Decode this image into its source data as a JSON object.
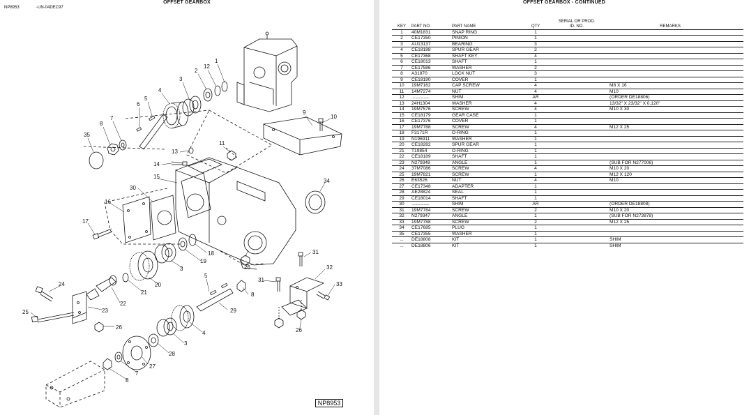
{
  "left_page": {
    "title": "OFFSET GEARBOX",
    "code": "NP8953",
    "date": "-UN-04DEC97",
    "figure_tag": "NP8953",
    "callouts": [
      "1",
      "2",
      "3",
      "4",
      "5",
      "6",
      "7",
      "8",
      "35",
      "12",
      "9",
      "10",
      "11",
      "13",
      "14",
      "15",
      "30",
      "16",
      "17",
      "34",
      "18",
      "19",
      "3",
      "20",
      "21",
      "22",
      "23",
      "24",
      "25",
      "26",
      "5",
      "8",
      "29",
      "31",
      "32",
      "33",
      "26",
      "4",
      "3",
      "28",
      "27",
      "7",
      "8",
      "26"
    ]
  },
  "right_page": {
    "title": "OFFSET GEARBOX - CONTINUED",
    "headers": {
      "key": "KEY",
      "part_no": "PART NO.",
      "part_name": "PART NAME",
      "qty": "QTY",
      "serial": "SERIAL OR PROD. ID. NO.",
      "remarks": "REMARKS"
    },
    "rows": [
      {
        "key": "1",
        "part": "40M1831",
        "name": "SNAP RING",
        "qty": "1",
        "remarks": ""
      },
      {
        "key": "2",
        "part": "CE17350",
        "name": "PINION",
        "qty": "1",
        "remarks": ""
      },
      {
        "key": "3",
        "part": "AU13137",
        "name": "BEARING",
        "qty": "3",
        "remarks": ""
      },
      {
        "key": "4",
        "part": "CE18188",
        "name": "SPUR GEAR",
        "qty": "2",
        "remarks": ""
      },
      {
        "key": "5",
        "part": "CE17368",
        "name": "SHAFT KEY",
        "qty": "4",
        "remarks": ""
      },
      {
        "key": "6",
        "part": "CE18013",
        "name": "SHAFT",
        "qty": "1",
        "remarks": ""
      },
      {
        "key": "7",
        "part": "CE17586",
        "name": "WASHER",
        "qty": "2",
        "remarks": ""
      },
      {
        "key": "8",
        "part": "A31870",
        "name": "LOCK NUT",
        "qty": "3",
        "remarks": ""
      },
      {
        "key": "9",
        "part": "CE18190",
        "name": "COVER",
        "qty": "1",
        "remarks": ""
      },
      {
        "key": "10",
        "part": "19M7162",
        "name": "CAP SCREW",
        "qty": "4",
        "remarks": "M8 X 16"
      },
      {
        "key": "11",
        "part": "14M7274",
        "name": "NUT",
        "qty": "4",
        "remarks": "M10"
      },
      {
        "key": "12",
        "part": "...................",
        "name": "SHIM",
        "qty": "AR",
        "remarks": "(ORDER DE18806)"
      },
      {
        "key": "13",
        "part": "24H1304",
        "name": "WASHER",
        "qty": "4",
        "remarks": "13/32\" X 23/32\" X 0.120\""
      },
      {
        "key": "14",
        "part": "19M7576",
        "name": "SCREW",
        "qty": "4",
        "remarks": "M10 X 30"
      },
      {
        "key": "15",
        "part": "CE18179",
        "name": "GEAR CASE",
        "qty": "1",
        "remarks": ""
      },
      {
        "key": "16",
        "part": "CE17376",
        "name": "COVER",
        "qty": "1",
        "remarks": ""
      },
      {
        "key": "17",
        "part": "19M7788",
        "name": "SCREW",
        "qty": "4",
        "remarks": "M12 X 25"
      },
      {
        "key": "18",
        "part": "F3171R",
        "name": "O-RING",
        "qty": "1",
        "remarks": ""
      },
      {
        "key": "19",
        "part": "N196911",
        "name": "WASHER",
        "qty": "1",
        "remarks": ""
      },
      {
        "key": "20",
        "part": "CE18282",
        "name": "SPUR GEAR",
        "qty": "1",
        "remarks": ""
      },
      {
        "key": "21",
        "part": "T19854",
        "name": "O-RING",
        "qty": "1",
        "remarks": ""
      },
      {
        "key": "22",
        "part": "CE18189",
        "name": "SHAFT",
        "qty": "1",
        "remarks": ""
      },
      {
        "key": "23",
        "part": "N279348",
        "name": "ANGLE",
        "qty": "1",
        "remarks": "(SUB FOR N277006)"
      },
      {
        "key": "24",
        "part": "37M7086",
        "name": "SCREW",
        "qty": "4",
        "remarks": "M10 X 20"
      },
      {
        "key": "25",
        "part": "19M7821",
        "name": "SCREW",
        "qty": "1",
        "remarks": "M12 X 120"
      },
      {
        "key": "26",
        "part": "E63526",
        "name": "NUT",
        "qty": "4",
        "remarks": "M10"
      },
      {
        "key": "27",
        "part": "CE17348",
        "name": "ADAPTER",
        "qty": "1",
        "remarks": ""
      },
      {
        "key": "28",
        "part": "AE28824",
        "name": "SEAL",
        "qty": "1",
        "remarks": ""
      },
      {
        "key": "29",
        "part": "CE18014",
        "name": "SHAFT",
        "qty": "1",
        "remarks": ""
      },
      {
        "key": "30",
        "part": "...................",
        "name": "SHIM",
        "qty": "AR",
        "remarks": "(ORDER DE18808)"
      },
      {
        "key": "31",
        "part": "19M7784",
        "name": "SCREW",
        "qty": "2",
        "remarks": "M10 X 20"
      },
      {
        "key": "32",
        "part": "N279347",
        "name": "ANGLE",
        "qty": "1",
        "remarks": "(SUB FOR N273878)"
      },
      {
        "key": "33",
        "part": "19M7788",
        "name": "SCREW",
        "qty": "2",
        "remarks": "M12 X 25"
      },
      {
        "key": "34",
        "part": "CE17685",
        "name": "PLUG",
        "qty": "1",
        "remarks": ""
      },
      {
        "key": "35",
        "part": "CE17355",
        "name": "WASHER",
        "qty": "1",
        "remarks": ""
      },
      {
        "key": "...",
        "part": "DE18808",
        "name": "KIT",
        "qty": "1",
        "remarks": "SHIM"
      },
      {
        "key": "...",
        "part": "DE18806",
        "name": "KIT",
        "qty": "1",
        "remarks": "SHIM"
      }
    ]
  }
}
